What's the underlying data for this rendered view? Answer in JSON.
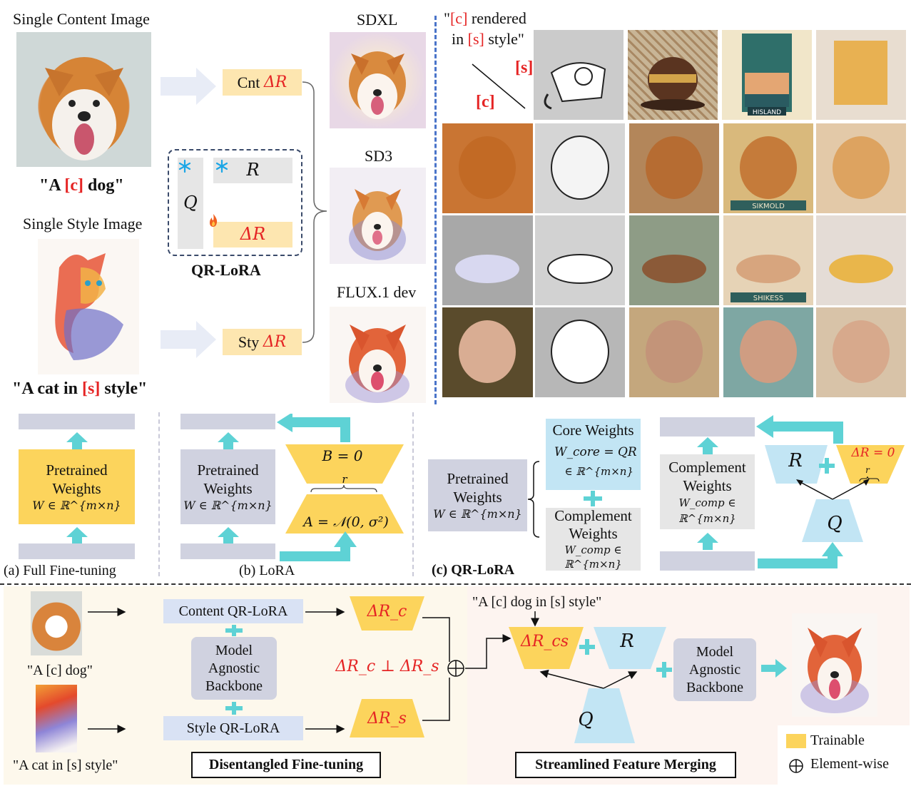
{
  "top_left": {
    "content_heading": "Single Content Image",
    "content_prompt_pre": "\"A ",
    "content_prompt_token": "[c]",
    "content_prompt_post": " dog\"",
    "style_heading": "Single Style Image",
    "style_prompt_pre": "\"A cat in ",
    "style_prompt_token": "[s]",
    "style_prompt_post": " style\"",
    "cnt_label": "Cnt",
    "sty_label": "Sty",
    "delta_r": "ΔR",
    "qrlora_box": {
      "q": "Q",
      "r": "R",
      "delta_r": "ΔR",
      "title": "QR-LoRA",
      "frozen_icon": "snowflake-icon",
      "trainable_icon": "fire-icon"
    },
    "models": [
      "SDXL",
      "SD3",
      "FLUX.1 dev"
    ]
  },
  "grid": {
    "header_line1_pre": "\"",
    "header_line1_token": "[c]",
    "header_line1_post": " rendered",
    "header_line2_pre": "in ",
    "header_line2_token": "[s]",
    "header_line2_post": " style\"",
    "axis_s": "[s]",
    "axis_c": "[c]",
    "styles": [
      "line-drawing telephone",
      "mosaic teapot",
      "vintage travel poster",
      "crayon drawing"
    ],
    "style_poster_text": "HISLAND",
    "rows": [
      {
        "content": "chow chow dog",
        "poster_text": "SIKMOLD"
      },
      {
        "content": "sneaker",
        "poster_text": "SHIKESS"
      },
      {
        "content": "bald man with glasses",
        "poster_text": ""
      }
    ]
  },
  "middle": {
    "a": {
      "pretrained": "Pretrained",
      "weights": "Weights",
      "formula": "W ∈ ℝ^{m×n}",
      "caption": "(a) Full Fine-tuning"
    },
    "b": {
      "pretrained": "Pretrained",
      "weights": "Weights",
      "formula": "W ∈ ℝ^{m×n}",
      "b_eq": "B = 0",
      "a_eq": "A = 𝒩(0, σ²)",
      "rank": "r",
      "caption": "(b) LoRA"
    },
    "c": {
      "pretrained": "Pretrained",
      "weights": "Weights",
      "formula": "W ∈ ℝ^{m×n}",
      "core_title": "Core Weights",
      "core_eq": "W_core = QR",
      "core_space": "∈ ℝ^{m×n}",
      "comp_title1": "Complement",
      "comp_title2": "Weights",
      "comp_eq": "W_comp ∈ ℝ^{m×n}",
      "r": "R",
      "delta_r_eq": "ΔR = 0",
      "rank": "r",
      "q": "Q",
      "caption": "(c) QR-LoRA"
    }
  },
  "bottom": {
    "content_prompt": "\"A [c] dog\"",
    "style_prompt": "\"A cat in [s] style\"",
    "content_qrlora": "Content QR-LoRA",
    "style_qrlora": "Style QR-LoRA",
    "backbone": [
      "Model",
      "Agnostic",
      "Backbone"
    ],
    "delta_rc": "ΔR_c",
    "delta_rs": "ΔR_s",
    "orthogonal": "ΔR_c ⊥ ΔR_s",
    "merge_prompt": "\"A [c] dog in [s] style\"",
    "delta_rcs": "ΔR_cs",
    "r": "R",
    "q": "Q",
    "disentangled_title": "Disentangled Fine-tuning",
    "merging_title": "Streamlined Feature Merging",
    "legend": {
      "trainable": "Trainable",
      "elementwise": "Element-wise",
      "elementwise_icon": "circled-plus-icon"
    }
  },
  "colors": {
    "trainable": "#fcd45c",
    "frozen": "#c2e5f4",
    "backbone": "#d0d2e0",
    "accent_red": "#e52424",
    "arrow_cyan": "#5ed2d5",
    "divider_blue": "#4a74c9"
  }
}
